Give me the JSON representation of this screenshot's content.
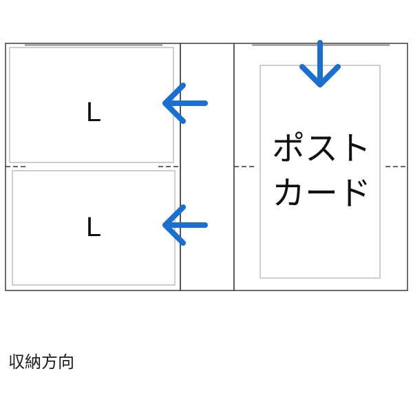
{
  "album": {
    "left_page": {
      "slots": [
        {
          "label": "L"
        },
        {
          "label": "L"
        }
      ]
    },
    "right_page": {
      "slot_label_lines": [
        "ポスト",
        "カード"
      ]
    }
  },
  "caption": "収納方向",
  "colors": {
    "arrow": "#1a6fd0",
    "border": "#3a3a3a",
    "pocket_border": "#b8b8b8",
    "text": "#111111"
  },
  "icons": {
    "arrow_left": "arrow-left-icon",
    "arrow_down": "arrow-down-icon"
  }
}
